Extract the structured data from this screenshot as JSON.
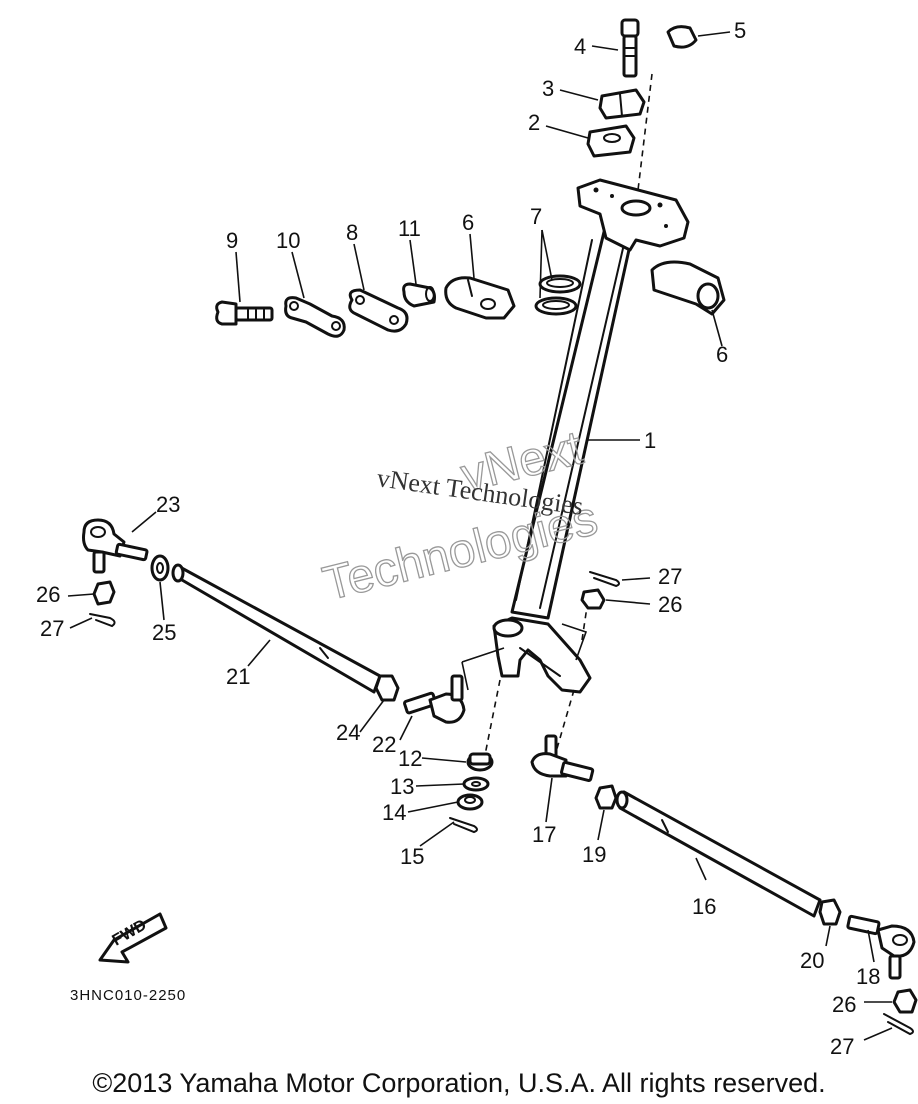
{
  "diagram": {
    "part_labels": {
      "p1": "1",
      "p2": "2",
      "p3": "3",
      "p4": "4",
      "p5": "5",
      "p6a": "6",
      "p6b": "6",
      "p7": "7",
      "p8": "8",
      "p9": "9",
      "p10": "10",
      "p11": "11",
      "p12": "12",
      "p13": "13",
      "p14": "14",
      "p15": "15",
      "p16": "16",
      "p17": "17",
      "p18": "18",
      "p19": "19",
      "p20": "20",
      "p21": "21",
      "p22": "22",
      "p23": "23",
      "p24": "24",
      "p25": "25",
      "p26a": "26",
      "p26b": "26",
      "p26c": "26",
      "p27a": "27",
      "p27b": "27",
      "p27c": "27"
    },
    "fwd_label": "FWD",
    "diagram_code": "3HNC010-2250",
    "watermark": {
      "serif_text": "vNext Technologies",
      "outline_line1": "vNext",
      "outline_line2": "Technologies"
    }
  },
  "footer": {
    "copyright": "©2013 Yamaha Motor Corporation, U.S.A. All rights reserved."
  }
}
